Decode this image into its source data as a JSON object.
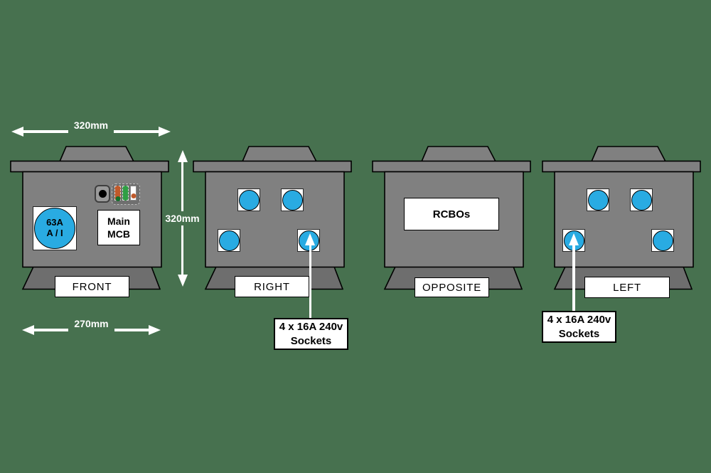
{
  "colors": {
    "background_green": "#47714F",
    "chassis_gray": "#808080",
    "skirt_gray": "#6E6E6E",
    "socket_blue": "#29ABE2",
    "indicator_orange": "#C05A2B",
    "indicator_green": "#2F9E44",
    "indicator_dot_green": "#17712C",
    "outline_black": "#000000",
    "annotation_white": "#FFFFFF"
  },
  "dimensions": {
    "top_width_label": "320mm",
    "side_height_label": "320mm",
    "bottom_width_label": "270mm"
  },
  "views": {
    "front": {
      "label": "FRONT",
      "inlet": {
        "line1": "63A",
        "line2": "A / I"
      },
      "mcb": {
        "line1": "Main",
        "line2": "MCB"
      }
    },
    "right": {
      "label": "RIGHT",
      "annotation": {
        "line1": "4 x 16A 240v",
        "line2": "Sockets"
      }
    },
    "opposite": {
      "label": "OPPOSITE",
      "panel_label": "RCBOs"
    },
    "left": {
      "label": "LEFT",
      "annotation": {
        "line1": "4 x 16A 240v",
        "line2": "Sockets"
      }
    }
  }
}
